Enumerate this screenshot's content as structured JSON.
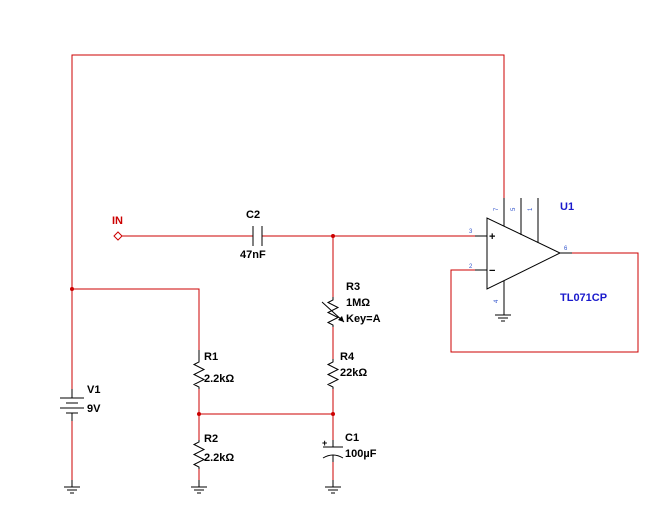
{
  "components": {
    "input": {
      "label": "IN"
    },
    "c2": {
      "ref": "C2",
      "value": "47nF"
    },
    "r3": {
      "ref": "R3",
      "value": "1MΩ",
      "extra": "Key=A"
    },
    "r4": {
      "ref": "R4",
      "value": "22kΩ"
    },
    "r1": {
      "ref": "R1",
      "value": "2.2kΩ"
    },
    "r2": {
      "ref": "R2",
      "value": "2.2kΩ"
    },
    "c1": {
      "ref": "C1",
      "value": "100µF",
      "polarity": "+"
    },
    "v1": {
      "ref": "V1",
      "value": "9V"
    },
    "u1": {
      "ref": "U1",
      "part": "TL071CP",
      "plus": "+",
      "minus": "−",
      "pins": {
        "p1": "1",
        "p2": "2",
        "p3": "3",
        "p4": "4",
        "p5": "5",
        "p6": "6",
        "p7": "7"
      }
    }
  },
  "colors": {
    "wire": "#cc0000",
    "component": "#000000",
    "opamp_label": "#1a1acc",
    "pin_number": "#3355cc"
  },
  "icons": [
    "ground-icon",
    "capacitor-icon",
    "resistor-icon",
    "potentiometer-icon",
    "battery-icon",
    "opamp-icon",
    "input-port-icon"
  ]
}
